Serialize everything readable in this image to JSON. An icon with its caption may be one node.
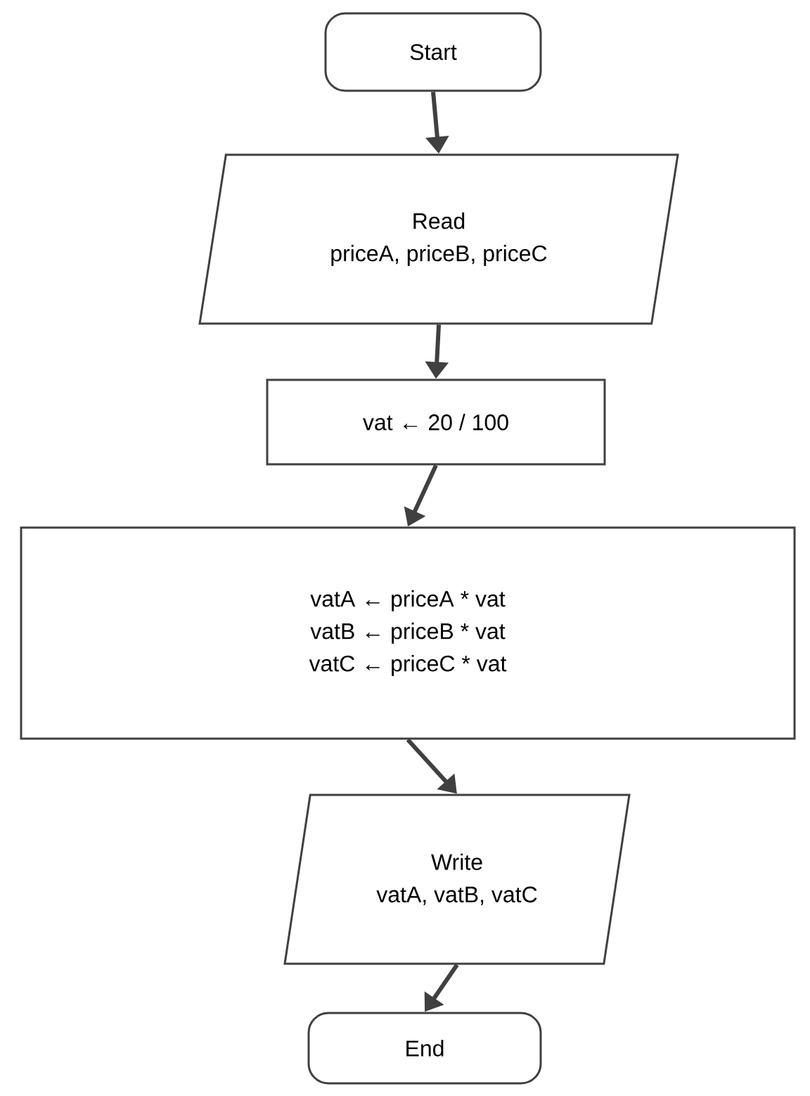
{
  "diagram": {
    "nodes": [
      {
        "text": [
          "Start"
        ]
      },
      {
        "text": [
          "Read",
          "priceA, priceB, priceC"
        ]
      },
      {
        "text": [
          "vat ← 20 / 100"
        ]
      },
      {
        "text": [
          "vatA ← priceA * vat",
          "vatB ← priceB * vat",
          "vatC ← priceC * vat"
        ]
      },
      {
        "text": [
          "Write",
          "vatA, vatB, vatC"
        ]
      },
      {
        "text": [
          "End"
        ]
      }
    ],
    "edges": [
      {
        "from": 0,
        "to": 1,
        "arrow": "to"
      },
      {
        "from": 1,
        "to": 2,
        "arrow": "to"
      },
      {
        "from": 2,
        "to": 3,
        "arrow": "to"
      },
      {
        "from": 3,
        "to": 4,
        "arrow": "to"
      },
      {
        "from": 4,
        "to": 5,
        "arrow": "to"
      }
    ]
  }
}
